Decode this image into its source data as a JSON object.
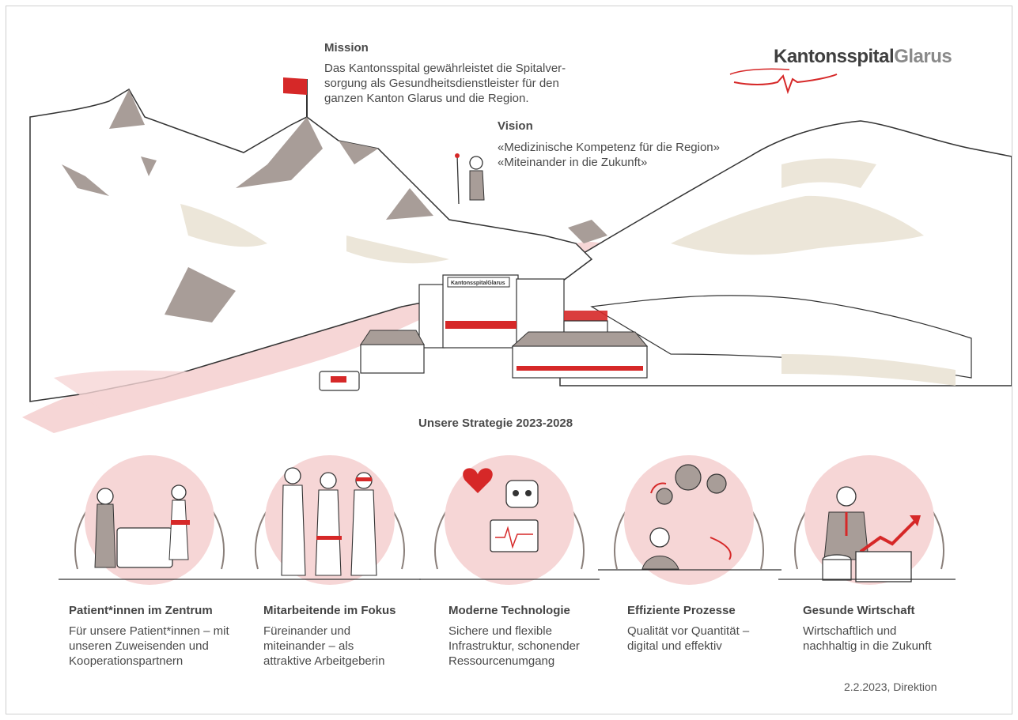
{
  "mission": {
    "title": "Mission",
    "text": "Das Kantonsspital gewährleistet die Spitalver-sorgung als Gesundheitsdienstleister für den ganzen Kanton Glarus und die Region."
  },
  "vision": {
    "title": "Vision",
    "line1": "«Medizinische Kompetenz für die Region»",
    "line2": "«Miteinander in die Zukunft»"
  },
  "logo": {
    "part1": "Kantonsspital",
    "part2": "Glarus",
    "building_sign": "KantonsspitalGlarus"
  },
  "strategy_title": "Unsere Strategie 2023-2028",
  "pillars": [
    {
      "title": "Patient*innen im Zentrum",
      "text": "Für unsere Patient*innen – mit unseren Zuweisenden und Kooperationspartnern"
    },
    {
      "title": "Mitarbeitende im Fokus",
      "text": "Füreinander und miteinander – als attraktive Arbeitgeberin"
    },
    {
      "title": "Moderne Technologie",
      "text": "Sichere und flexible Infrastruktur, schonender Ressourcenumgang"
    },
    {
      "title": "Effiziente Prozesse",
      "text": "Qualität vor Quantität – digital und effektiv"
    },
    {
      "title": "Gesunde Wirtschaft",
      "text": "Wirtschaftlich und nachhaltig in die Zukunft"
    }
  ],
  "footer": "2.2.2023, Direktion",
  "colors": {
    "accent": "#d62828",
    "mountain": "#a89d98",
    "pink": "#f6d6d6",
    "cream": "#ece6d9"
  }
}
